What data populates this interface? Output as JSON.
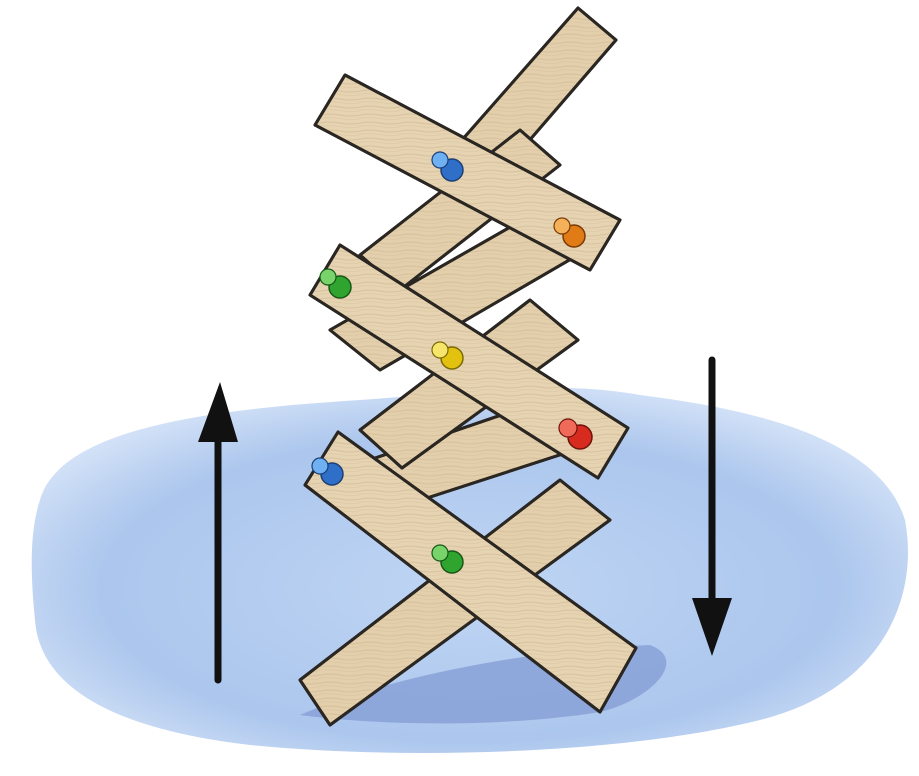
{
  "scene": {
    "colors": {
      "background": "#ffffff",
      "puddle": "#a9c6ee",
      "puddle_light": "#cfe0f7",
      "shadow": "#6f89c9",
      "wood": "#e3cfac",
      "wood_dark": "#c9b08a",
      "outline": "#2a2622",
      "arrow": "#111111",
      "pin_blue": "#3b7fd9",
      "pin_orange": "#e07b16",
      "pin_green": "#2fa52f",
      "pin_yellow": "#e8cf17",
      "pin_red": "#d82b1f"
    },
    "arrows": [
      {
        "name": "up-arrow",
        "direction": "up"
      },
      {
        "name": "down-arrow",
        "direction": "down"
      }
    ],
    "pins": [
      {
        "name": "pin-blue-top",
        "color": "blue"
      },
      {
        "name": "pin-orange",
        "color": "orange"
      },
      {
        "name": "pin-green-left",
        "color": "green"
      },
      {
        "name": "pin-yellow",
        "color": "yellow"
      },
      {
        "name": "pin-red",
        "color": "red"
      },
      {
        "name": "pin-blue-bottom",
        "color": "blue"
      },
      {
        "name": "pin-green-bottom",
        "color": "green"
      }
    ]
  }
}
